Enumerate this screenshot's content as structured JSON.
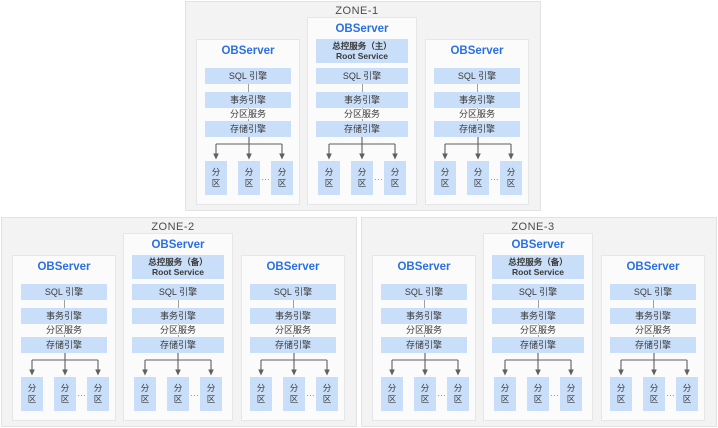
{
  "colors": {
    "accent_blue": "#2a70e4",
    "box_blue": "#c9def8",
    "zone_bg": "#f3f3f4",
    "zone_border": "#e2e2e4",
    "card_bg": "#fbfbfc",
    "card_border": "#e6e6e8",
    "text_dark": "#3a3a3a",
    "zone_title_color": "#4c4c4c",
    "arrow_color": "#5f5f5f",
    "connector_color": "#a0a0a0",
    "ellipsis_color": "#8a8a8a"
  },
  "labels": {
    "server_title": "OBServer",
    "sql_engine": "SQL 引擎",
    "transaction_engine": "事务引擎",
    "partition_service": "分区服务",
    "storage_engine": "存储引擎",
    "partition": "分区",
    "ellipsis": "…"
  },
  "zones": [
    {
      "name": "ZONE-1",
      "servers": [
        {
          "role": "plain"
        },
        {
          "role": "root",
          "root_service": {
            "line1": "总控服务（主）",
            "line2": "Root Service"
          }
        },
        {
          "role": "plain"
        }
      ]
    },
    {
      "name": "ZONE-2",
      "servers": [
        {
          "role": "plain"
        },
        {
          "role": "root",
          "root_service": {
            "line1": "总控服务（备）",
            "line2": "Root Service"
          }
        },
        {
          "role": "plain"
        }
      ]
    },
    {
      "name": "ZONE-3",
      "servers": [
        {
          "role": "plain"
        },
        {
          "role": "root",
          "root_service": {
            "line1": "总控服务（备）",
            "line2": "Root Service"
          }
        },
        {
          "role": "plain"
        }
      ]
    }
  ]
}
